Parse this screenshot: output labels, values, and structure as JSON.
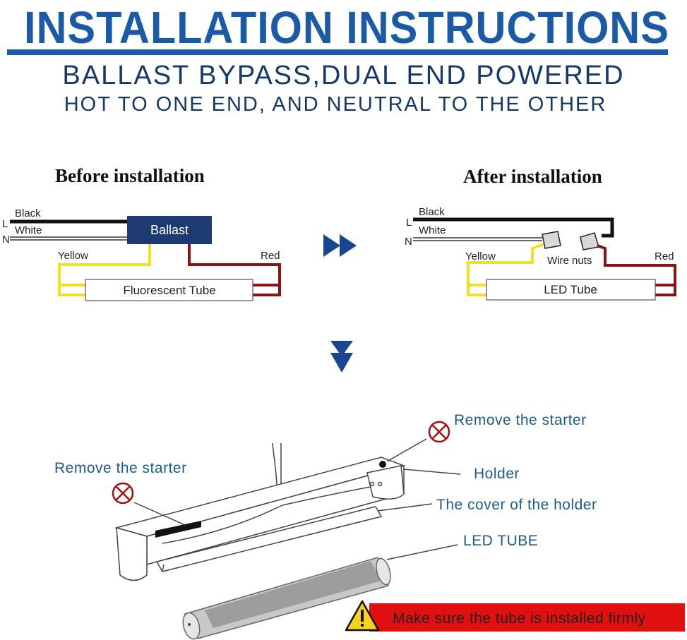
{
  "header": {
    "title": "INSTALLATION INSTRUCTIONS",
    "subtitle": "BALLAST BYPASS,DUAL END POWERED",
    "subtitle2": "HOT TO ONE END, AND NEUTRAL TO THE OTHER"
  },
  "before": {
    "title": "Before installation",
    "l": "L",
    "n": "N",
    "black": "Black",
    "white": "White",
    "ballast": "Ballast",
    "yellow": "Yellow",
    "red": "Red",
    "tube": "Fluorescent Tube"
  },
  "after": {
    "title": "After installation",
    "l": "L",
    "n": "N",
    "black": "Black",
    "white": "White",
    "wire_nuts": "Wire nuts",
    "yellow": "Yellow",
    "red": "Red",
    "tube": "LED Tube"
  },
  "fixture": {
    "remove_starter_right": "Remove the starter",
    "remove_starter_left": "Remove the starter",
    "holder": "Holder",
    "cover": "The cover of the holder",
    "led_tube": "LED TUBE",
    "warning": "Make sure the tube is installed firmly"
  },
  "colors": {
    "title_blue": "#1b5aa6",
    "navy": "#14386b",
    "ballast_fill": "#1d3b72",
    "yellow_wire": "#f2e022",
    "red_wire": "#8a1414",
    "warning_red": "#e01010",
    "label_blue": "#1e5c85"
  },
  "icons": [
    "fast-forward-icon",
    "down-arrow-icon",
    "prohibited-icon",
    "warning-icon"
  ]
}
